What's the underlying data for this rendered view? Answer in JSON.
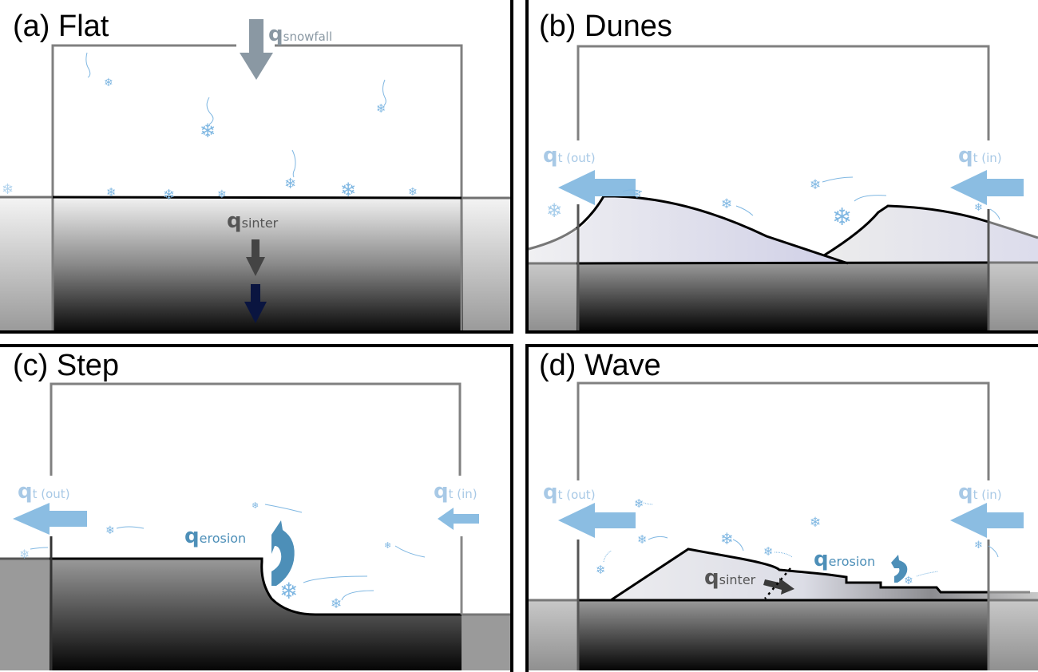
{
  "figure": {
    "panels": [
      {
        "id": "a",
        "title": "(a) Flat",
        "labels": {
          "snowfall": {
            "q": "q",
            "sub": "snowfall"
          },
          "sinter": {
            "q": "q",
            "sub": "sinter"
          }
        }
      },
      {
        "id": "b",
        "title": "(b) Dunes",
        "labels": {
          "t_out": {
            "q": "q",
            "sub": "t (out)"
          },
          "t_in": {
            "q": "q",
            "sub": "t (in)"
          }
        }
      },
      {
        "id": "c",
        "title": "(c) Step",
        "labels": {
          "t_out": {
            "q": "q",
            "sub": "t (out)"
          },
          "t_in": {
            "q": "q",
            "sub": "t (in)"
          },
          "erosion": {
            "q": "q",
            "sub": "erosion"
          }
        }
      },
      {
        "id": "d",
        "title": "(d) Wave",
        "labels": {
          "t_out": {
            "q": "q",
            "sub": "t (out)"
          },
          "t_in": {
            "q": "q",
            "sub": "t (in)"
          },
          "erosion": {
            "q": "q",
            "sub": "erosion"
          },
          "sinter": {
            "q": "q",
            "sub": "sinter"
          }
        }
      }
    ],
    "icons": {
      "snowflake": "❄"
    },
    "colors": {
      "transport_arrow": "#8bbde2",
      "transport_label": "#a8c9e6",
      "erosion": "#4d8fb8",
      "snowfall": "#8a98a3",
      "sinter_label": "#555555",
      "sinter_arrow": "#444444",
      "sinter_deep_arrow": "#0a1540",
      "snowflake": "#7fb7e2",
      "domain_box": "#808080",
      "surface": "#000000"
    }
  }
}
